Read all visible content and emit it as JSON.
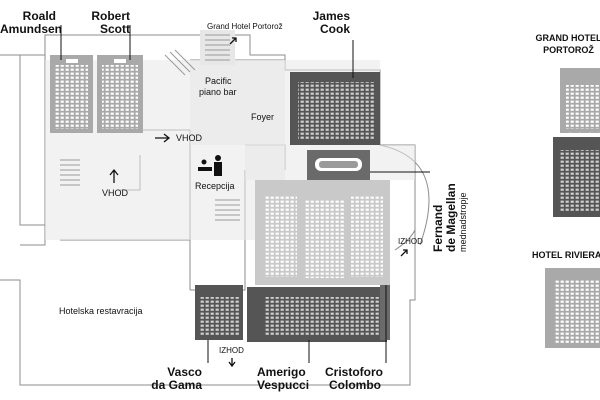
{
  "map": {
    "rooms": {
      "roald_amundsen": [
        "Roald",
        "Amundsen"
      ],
      "robert_scott": [
        "Robert",
        "Scott"
      ],
      "james_cook": [
        "James",
        "Cook"
      ],
      "fernand_de_magellan": {
        "name": [
          "Fernand",
          "de Magellan"
        ],
        "floor": "mednadstropje"
      },
      "vasco_da_gama": [
        "Vasco",
        "da Gama"
      ],
      "amerigo_vespucci": [
        "Amerigo",
        "Vespucci"
      ],
      "cristoforo_colombo": [
        "Cristoforo",
        "Colombo"
      ]
    },
    "areas": {
      "grand_hotel_portoroz": "Grand Hotel Portorož",
      "pacific_piano_bar": [
        "Pacific",
        "piano bar"
      ],
      "foyer": "Foyer",
      "recepcija": "Recepcija",
      "hotelska_restavracija": "Hotelska restavracija"
    },
    "entrances": {
      "vhod_right": "VHOD",
      "vhod_left": "VHOD",
      "izhod_right": "IZHOD",
      "izhod_bottom": "IZHOD"
    },
    "sidebar": {
      "grand_hotel_title": [
        "GRAND HOTEL",
        "PORTOROŽ"
      ],
      "hotel_riviera_title": "HOTEL RIVIERA"
    }
  },
  "colors": {
    "background": "#ffffff",
    "walls": "#8c8c8c",
    "floor_light": "#e7e7e7",
    "room_light": "#a9a9a9",
    "room_dark": "#555555",
    "text": "#111111"
  }
}
